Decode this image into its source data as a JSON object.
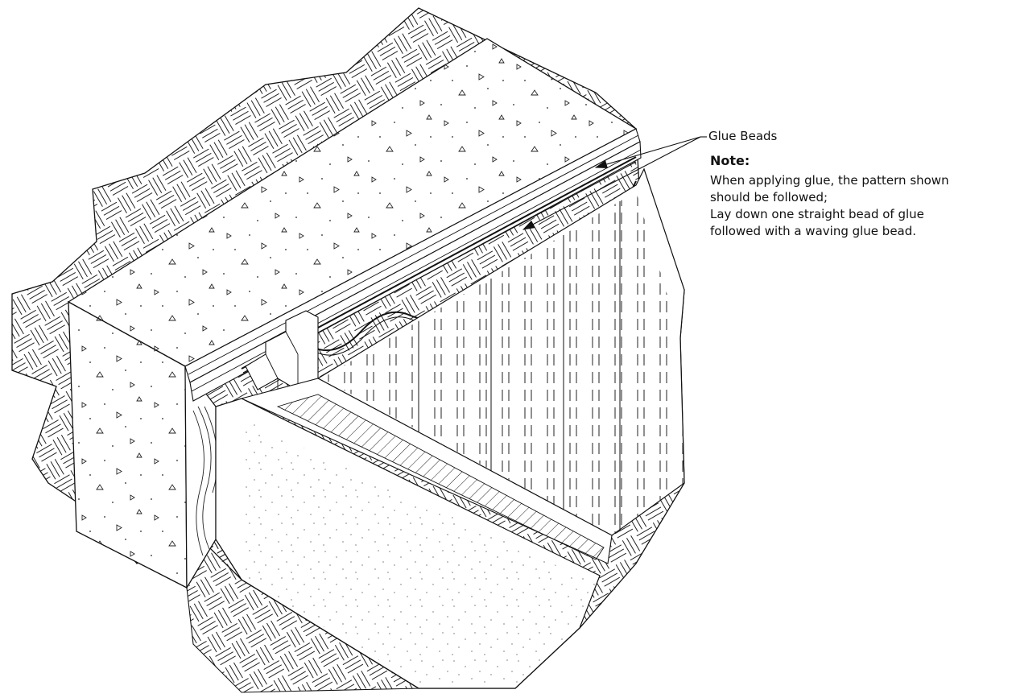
{
  "annotation": {
    "callout_label": "Glue Beads",
    "note_title": "Note:",
    "note_lines": [
      "When applying glue, the pattern shown",
      "should be followed;",
      "Lay down one straight bead of glue",
      "followed with a waving glue bead."
    ]
  },
  "style": {
    "ink": "#1a1a1a",
    "background": "#ffffff"
  }
}
